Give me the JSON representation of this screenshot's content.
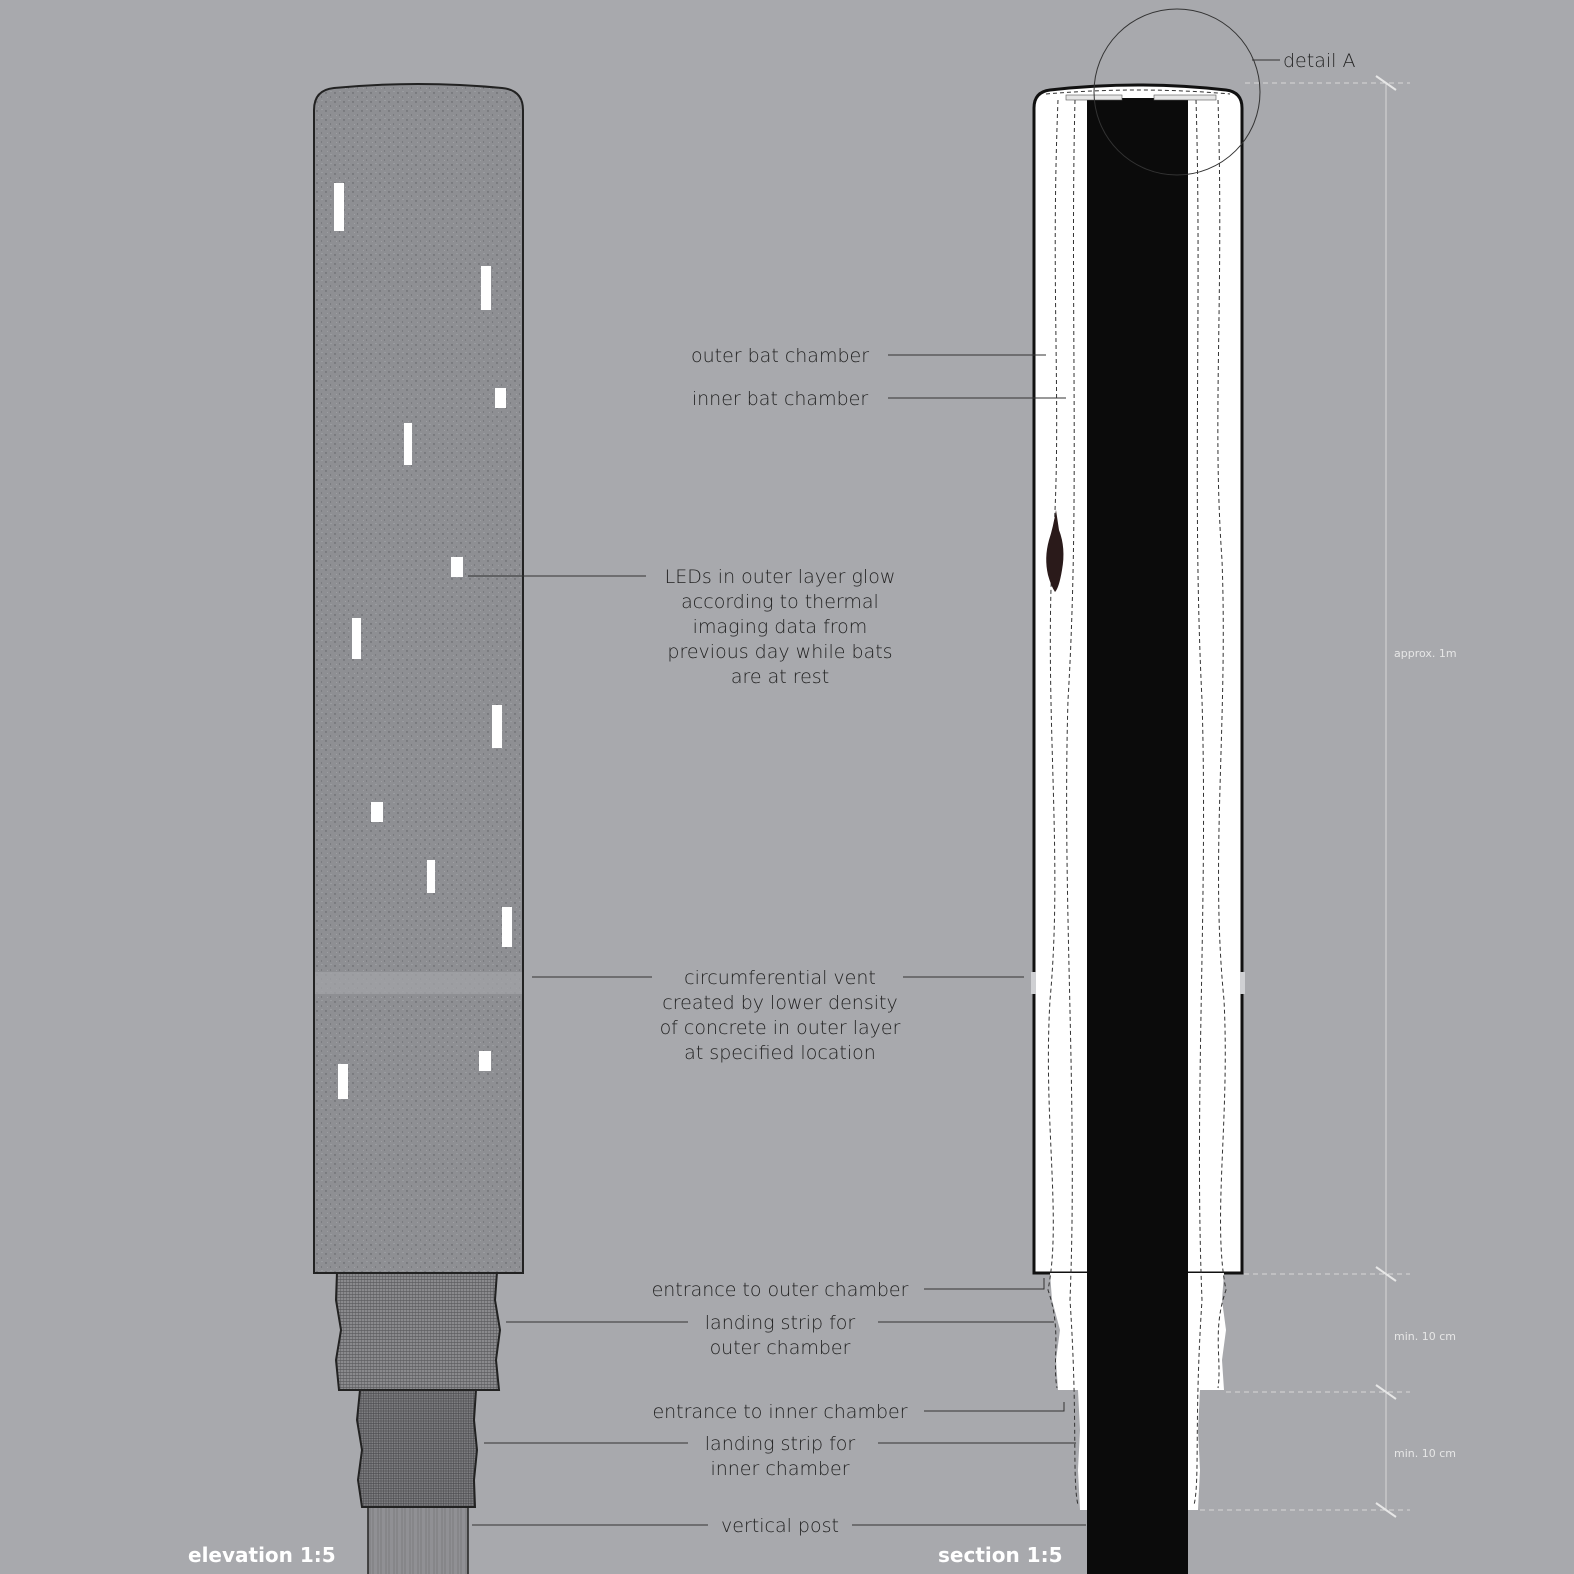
{
  "labels": {
    "detail_a": "detail A",
    "outer_bat_chamber": "outer bat chamber",
    "inner_bat_chamber": "inner bat chamber",
    "leds": [
      "LEDs in outer layer glow",
      "according to thermal",
      "imaging data from",
      "previous day while bats",
      "are at rest"
    ],
    "vent": [
      "circumferential vent",
      "created by lower density",
      "of concrete in outer layer",
      "at specified location"
    ],
    "entrance_outer": "entrance to outer chamber",
    "landing_outer": [
      "landing strip for",
      "outer chamber"
    ],
    "entrance_inner": "entrance to inner chamber",
    "landing_inner": [
      "landing strip for",
      "inner chamber"
    ],
    "vertical_post": "vertical post"
  },
  "dimensions": {
    "main": "approx. 1m",
    "segment_1": "min. 10 cm",
    "segment_2": "min. 10 cm"
  },
  "captions": {
    "elevation": "elevation 1:5",
    "section": "section 1:5"
  },
  "colors": {
    "background": "#a8a9ad",
    "concrete": "#8e8f93",
    "post": "#0b0b0b",
    "led": "#ffffff",
    "bat": "#2a1a1a"
  }
}
